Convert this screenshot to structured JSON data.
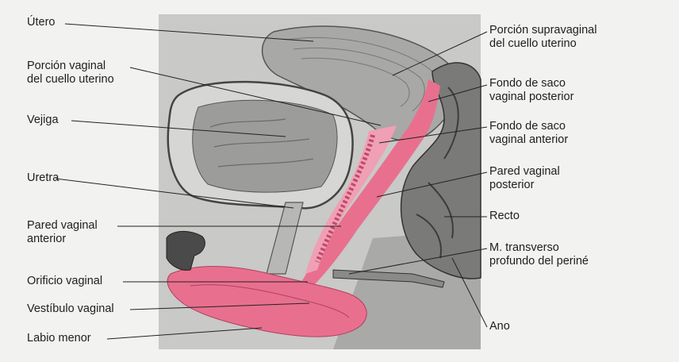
{
  "labels": {
    "utero": "Útero",
    "porcion_vaginal": "Porción vaginal\ndel cuello uterino",
    "vejiga": "Vejiga",
    "uretra": "Uretra",
    "pared_vaginal_anterior": "Pared vaginal\nanterior",
    "orificio_vaginal": "Orificio vaginal",
    "vestibulo_vaginal": "Vestíbulo vaginal",
    "labio_menor": "Labio menor",
    "porcion_supravaginal": "Porción supravaginal\ndel cuello uterino",
    "fondo_saco_posterior": "Fondo de saco\nvaginal posterior",
    "fondo_saco_anterior": "Fondo de saco\nvaginal anterior",
    "pared_vaginal_posterior": "Pared vaginal\nposterior",
    "recto": "Recto",
    "transverso_profundo": "M. transverso\nprofundo del periné",
    "ano": "Ano"
  },
  "colors": {
    "background": "#f2f2f0",
    "tissue_gray": "#b9b9b9",
    "dark_gray": "#5e5e5e",
    "pink_vaginal": "#e8708e",
    "light_pink": "#efa0b4"
  }
}
